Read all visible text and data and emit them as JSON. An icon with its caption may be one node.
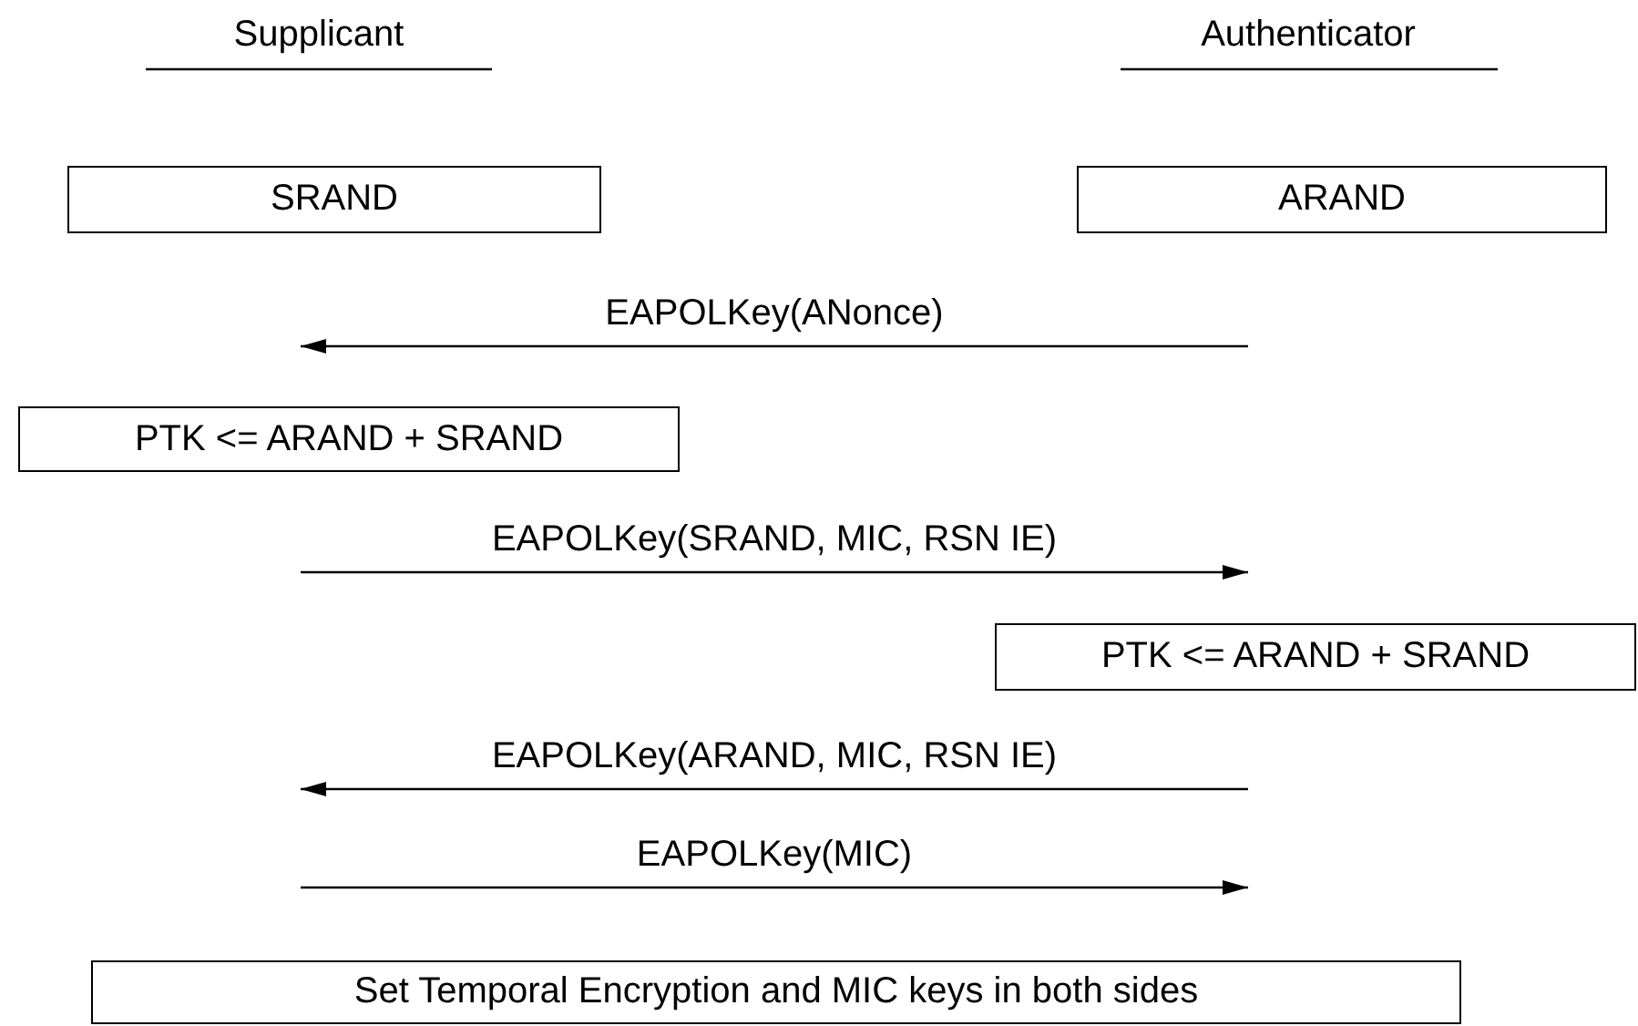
{
  "diagram": {
    "nodes": [
      {
        "text": [
          "SRAND"
        ]
      },
      {
        "text": [
          "ARAND"
        ]
      },
      {
        "text": [
          "PTK <= ARAND + SRAND"
        ]
      },
      {
        "text": [
          "PTK <= ARAND + SRAND"
        ]
      },
      {
        "text": [
          "Set Temporal Encryption and MIC keys in both sides"
        ]
      }
    ],
    "labels": [
      "Supplicant",
      "Authenticator",
      "EAPOLKey(ANonce)",
      "EAPOLKey(SRAND, MIC, RSN IE)",
      "EAPOLKey(ARAND, MIC, RSN IE)",
      "EAPOLKey(MIC)"
    ]
  }
}
